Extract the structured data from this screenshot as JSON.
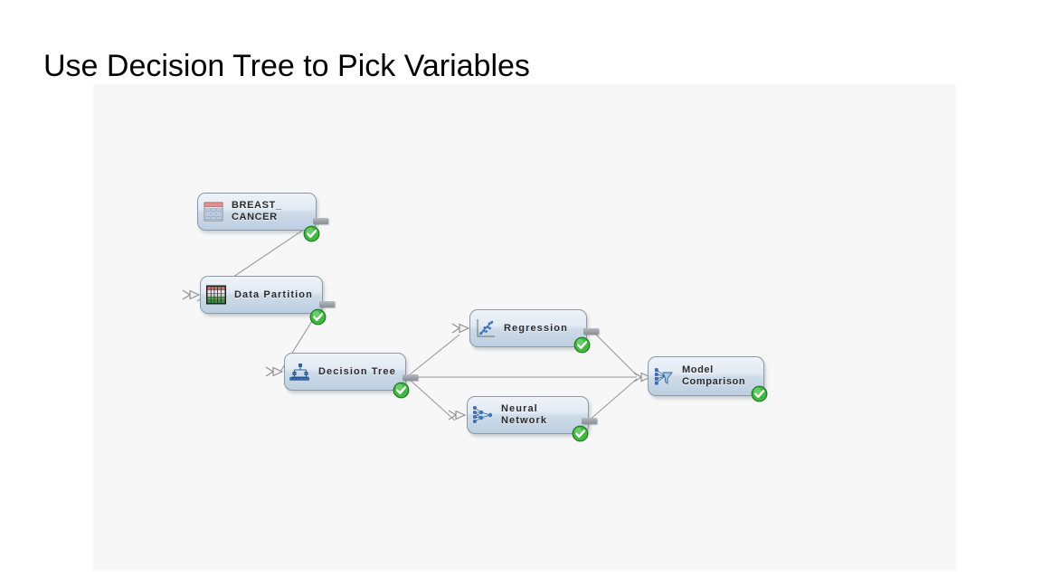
{
  "slide": {
    "title": "Use Decision Tree to Pick Variables",
    "canvas_background": "#f7f7f7",
    "page_background": "#ffffff"
  },
  "diagram": {
    "type": "flow-diagram",
    "tool": "SAS Enterprise Miner process flow",
    "node_fill_top": "#eef3f8",
    "node_fill_bottom": "#bccee0",
    "node_border": "#8a98a8",
    "wire_color": "#9a9a9a",
    "status_badge_color": "#33b033",
    "nodes": [
      {
        "id": "breast-cancer",
        "label": "BREAST_\nCANCER",
        "icon": "data-table-icon",
        "status": "complete",
        "has_input_arrow": false,
        "has_output_stub": true
      },
      {
        "id": "data-partition",
        "label": "Data Partition",
        "icon": "data-partition-grid-icon",
        "status": "complete",
        "has_input_arrow": true,
        "has_output_stub": true
      },
      {
        "id": "decision-tree",
        "label": "Decision Tree",
        "icon": "decision-tree-icon",
        "status": "complete",
        "has_input_arrow": true,
        "has_output_stub": true
      },
      {
        "id": "regression",
        "label": "Regression",
        "icon": "regression-scatter-icon",
        "status": "complete",
        "has_input_arrow": true,
        "has_output_stub": true
      },
      {
        "id": "neural-network",
        "label": "Neural Network",
        "icon": "neural-network-icon",
        "status": "complete",
        "has_input_arrow": true,
        "has_output_stub": true
      },
      {
        "id": "model-comparison",
        "label": "Model\nComparison",
        "icon": "model-comparison-icon",
        "status": "complete",
        "has_input_arrow": true,
        "has_output_stub": false
      }
    ],
    "connections": [
      {
        "from": "breast-cancer",
        "to": "data-partition"
      },
      {
        "from": "data-partition",
        "to": "decision-tree"
      },
      {
        "from": "decision-tree",
        "to": "regression"
      },
      {
        "from": "decision-tree",
        "to": "neural-network"
      },
      {
        "from": "decision-tree",
        "to": "model-comparison"
      },
      {
        "from": "regression",
        "to": "model-comparison"
      },
      {
        "from": "neural-network",
        "to": "model-comparison"
      }
    ]
  }
}
